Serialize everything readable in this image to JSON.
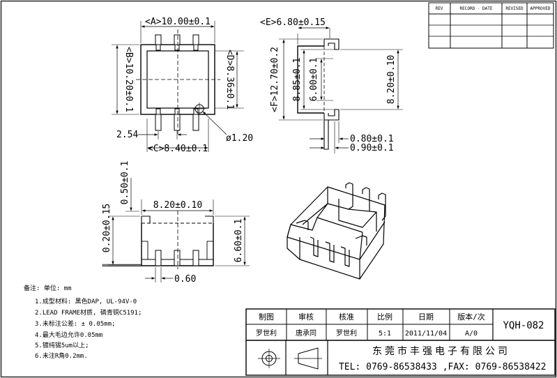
{
  "revision_table": {
    "headers": [
      "REV",
      "RECORD · DATE",
      "REVISED",
      "APPROVED"
    ]
  },
  "dimensions": {
    "top_a": "<A>10.00±0.1",
    "top_b": "<B>10.20±0.1",
    "top_c": "<C>8.40±0.1",
    "top_d": "<D>8.36±0.1",
    "pitch": "2.54",
    "hole": "ø1.20",
    "side_e": "<E>6.80±0.15",
    "side_f": "<F>12.70±0.2",
    "side_885": "8.85±0.1",
    "side_600": "6.00±0.1",
    "side_820v": "8.20±0.10",
    "side_080": "0.80±0.1",
    "side_090": "0.90±0.1",
    "front_050": "0.50±0.1",
    "front_820": "8.20±0.10",
    "front_020": "0.20±0.15",
    "front_660": "6.60±0.1",
    "front_060": "0.60"
  },
  "notes": {
    "title": "备注:  单位: mm",
    "items": [
      "1.成型材料:  黑色DAP, UL-94V-0",
      "2.LEAD  FRAME材质, 磷青铜C5191;",
      "3.未标注公差:  ± 0.05mm;",
      "4.最大毛边允许0.05mm",
      "5.镀纯锡5um以上;",
      "6.未注R角0.2mm."
    ]
  },
  "title_block": {
    "headers": [
      "制图",
      "审核",
      "核准",
      "比例",
      "日期",
      "版本/次"
    ],
    "values": [
      "罗世利",
      "唐承同",
      "罗世利",
      "5:1",
      "2011/11/04",
      "A/0"
    ],
    "part_number": "YQH-082",
    "company": "东莞市丰强电子有限公司",
    "contact": "TEL:  0769-86538433 ,FAX: 0769-86538422"
  }
}
